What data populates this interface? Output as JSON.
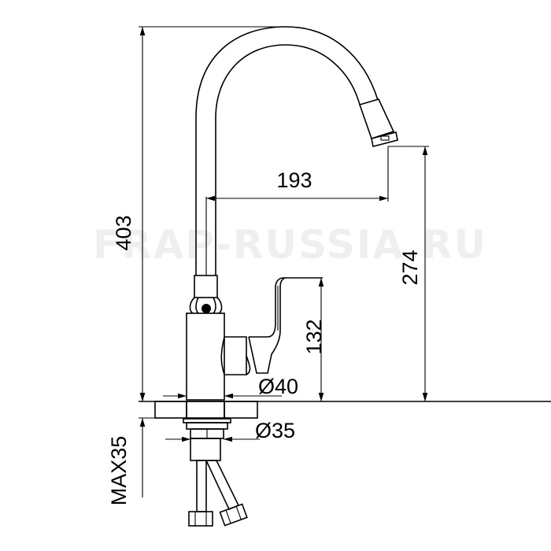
{
  "watermark": "FRAP-RUSSIA.RU",
  "dimensions": {
    "total_height": "403",
    "spout_reach": "193",
    "spout_height": "274",
    "handle_height": "132",
    "body_diameter": "Ø40",
    "shank_diameter": "Ø35",
    "max_counter_thickness": "MAX35"
  }
}
